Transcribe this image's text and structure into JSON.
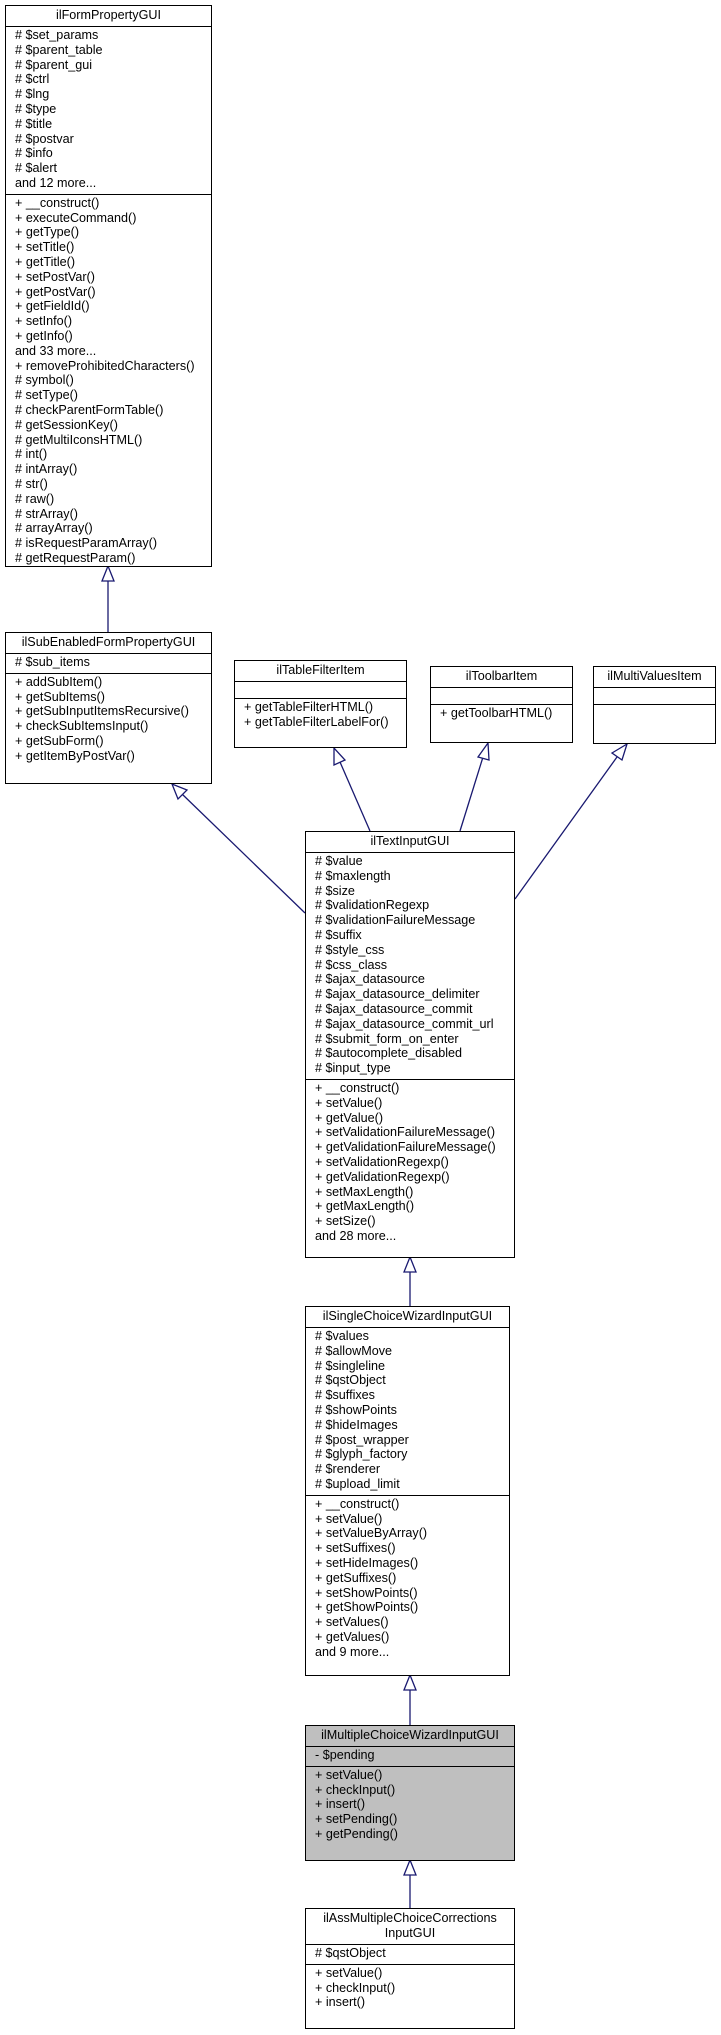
{
  "classes": {
    "ilFormPropertyGUI": {
      "name": "ilFormPropertyGUI",
      "attributes": [
        "# $set_params",
        "# $parent_table",
        "# $parent_gui",
        "# $ctrl",
        "# $lng",
        "# $type",
        "# $title",
        "# $postvar",
        "# $info",
        "# $alert",
        "and 12 more..."
      ],
      "methods": [
        "+ __construct()",
        "+ executeCommand()",
        "+ getType()",
        "+ setTitle()",
        "+ getTitle()",
        "+ setPostVar()",
        "+ getPostVar()",
        "+ getFieldId()",
        "+ setInfo()",
        "+ getInfo()",
        "and 33 more...",
        "+ removeProhibitedCharacters()",
        "# symbol()",
        "# setType()",
        "# checkParentFormTable()",
        "# getSessionKey()",
        "# getMultiIconsHTML()",
        "# int()",
        "# intArray()",
        "# str()",
        "# raw()",
        "# strArray()",
        "# arrayArray()",
        "# isRequestParamArray()",
        "# getRequestParam()"
      ]
    },
    "ilSubEnabledFormPropertyGUI": {
      "name": "ilSubEnabledFormPropertyGUI",
      "attributes": [
        "# $sub_items"
      ],
      "methods": [
        "+ addSubItem()",
        "+ getSubItems()",
        "+ getSubInputItemsRecursive()",
        "+ checkSubItemsInput()",
        "+ getSubForm()",
        "+ getItemByPostVar()"
      ]
    },
    "ilTableFilterItem": {
      "name": "ilTableFilterItem",
      "attributes": [],
      "methods": [
        "+ getTableFilterHTML()",
        "+ getTableFilterLabelFor()"
      ]
    },
    "ilToolbarItem": {
      "name": "ilToolbarItem",
      "attributes": [],
      "methods": [
        "+ getToolbarHTML()"
      ]
    },
    "ilMultiValuesItem": {
      "name": "ilMultiValuesItem",
      "attributes": [],
      "methods": []
    },
    "ilTextInputGUI": {
      "name": "ilTextInputGUI",
      "attributes": [
        "# $value",
        "# $maxlength",
        "# $size",
        "# $validationRegexp",
        "# $validationFailureMessage",
        "# $suffix",
        "# $style_css",
        "# $css_class",
        "# $ajax_datasource",
        "# $ajax_datasource_delimiter",
        "# $ajax_datasource_commit",
        "# $ajax_datasource_commit_url",
        "# $submit_form_on_enter",
        "# $autocomplete_disabled",
        "# $input_type"
      ],
      "methods": [
        "+ __construct()",
        "+ setValue()",
        "+ getValue()",
        "+ setValidationFailureMessage()",
        "+ getValidationFailureMessage()",
        "+ setValidationRegexp()",
        "+ getValidationRegexp()",
        "+ setMaxLength()",
        "+ getMaxLength()",
        "+ setSize()",
        "and 28 more..."
      ]
    },
    "ilSingleChoiceWizardInputGUI": {
      "name": "ilSingleChoiceWizardInputGUI",
      "attributes": [
        "# $values",
        "# $allowMove",
        "# $singleline",
        "# $qstObject",
        "# $suffixes",
        "# $showPoints",
        "# $hideImages",
        "# $post_wrapper",
        "# $glyph_factory",
        "# $renderer",
        "# $upload_limit"
      ],
      "methods": [
        "+ __construct()",
        "+ setValue()",
        "+ setValueByArray()",
        "+ setSuffixes()",
        "+ setHideImages()",
        "+ getSuffixes()",
        "+ setShowPoints()",
        "+ getShowPoints()",
        "+ setValues()",
        "+ getValues()",
        "and 9 more..."
      ]
    },
    "ilMultipleChoiceWizardInputGUI": {
      "name": "ilMultipleChoiceWizardInputGUI",
      "attributes": [
        "- $pending"
      ],
      "methods": [
        "+ setValue()",
        "+ checkInput()",
        "+ insert()",
        "+ setPending()",
        "+ getPending()"
      ]
    },
    "ilAssMultipleChoiceCorrectionsInputGUI": {
      "name_lines": [
        "ilAssMultipleChoiceCorrections",
        "InputGUI"
      ],
      "attributes": [
        "# $qstObject"
      ],
      "methods": [
        "+ setValue()",
        "+ checkInput()",
        "+ insert()"
      ]
    }
  },
  "inheritance": [
    {
      "from": "ilSubEnabledFormPropertyGUI",
      "to": "ilFormPropertyGUI"
    },
    {
      "from": "ilTextInputGUI",
      "to": "ilSubEnabledFormPropertyGUI"
    },
    {
      "from": "ilTextInputGUI",
      "to": "ilTableFilterItem"
    },
    {
      "from": "ilTextInputGUI",
      "to": "ilToolbarItem"
    },
    {
      "from": "ilTextInputGUI",
      "to": "ilMultiValuesItem"
    },
    {
      "from": "ilSingleChoiceWizardInputGUI",
      "to": "ilTextInputGUI"
    },
    {
      "from": "ilMultipleChoiceWizardInputGUI",
      "to": "ilSingleChoiceWizardInputGUI"
    },
    {
      "from": "ilAssMultipleChoiceCorrectionsInputGUI",
      "to": "ilMultipleChoiceWizardInputGUI"
    }
  ],
  "colors": {
    "highlight_fill": "#bfbfbf",
    "arrow_stroke": "#191970",
    "box_border": "#000000"
  }
}
